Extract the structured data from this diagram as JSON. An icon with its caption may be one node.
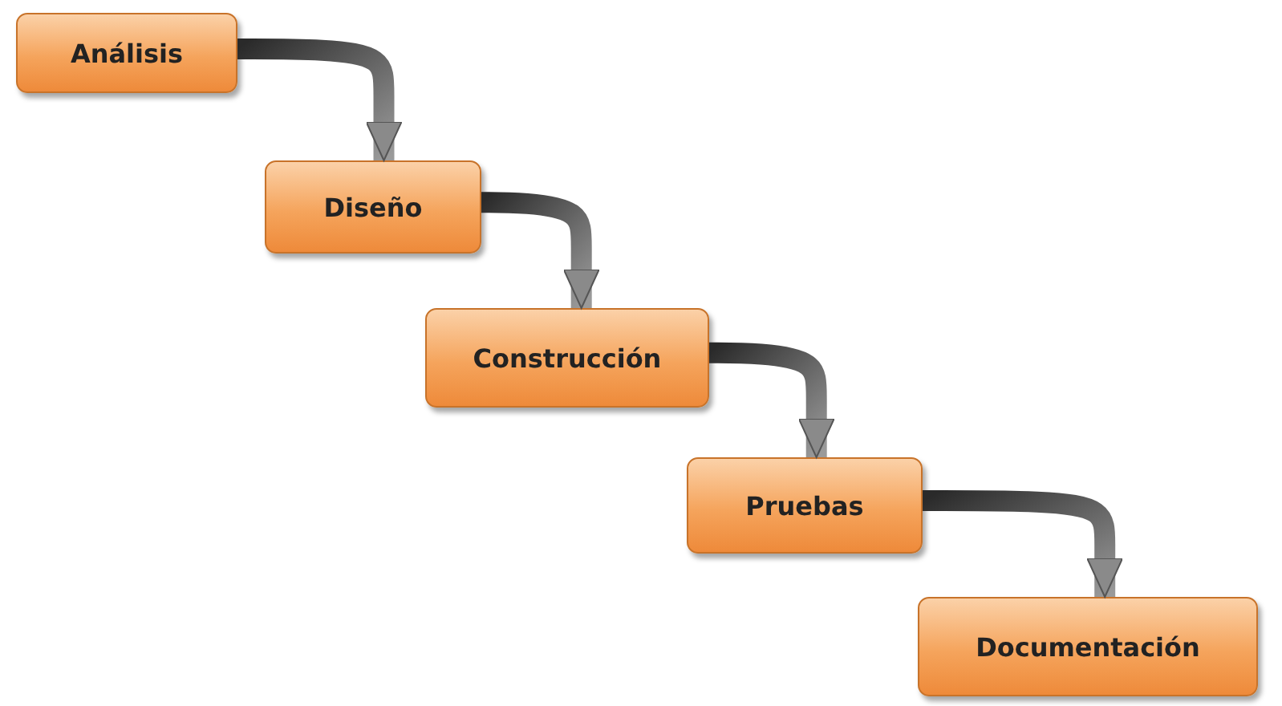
{
  "diagram": {
    "nodes": [
      {
        "text": [
          "Análisis"
        ]
      },
      {
        "text": [
          "Diseño"
        ]
      },
      {
        "text": [
          "Construcción"
        ]
      },
      {
        "text": [
          "Pruebas"
        ]
      },
      {
        "text": [
          "Documentación"
        ]
      }
    ],
    "edges": [
      {
        "from": 0,
        "to": 1,
        "arrow": "to"
      },
      {
        "from": 1,
        "to": 2,
        "arrow": "to"
      },
      {
        "from": 2,
        "to": 3,
        "arrow": "to"
      },
      {
        "from": 3,
        "to": 4,
        "arrow": "to"
      }
    ]
  }
}
